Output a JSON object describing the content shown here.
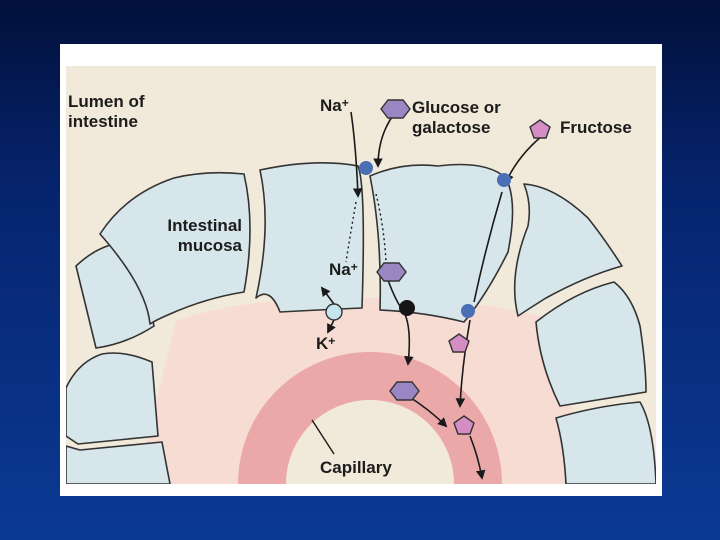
{
  "labels": {
    "lumen_line1": "Lumen of",
    "lumen_line2": "intestine",
    "na_top": "Na",
    "na_top_charge": "+",
    "glucose_line1": "Glucose or",
    "glucose_line2": "galactose",
    "fructose": "Fructose",
    "mucosa_line1": "Intestinal",
    "mucosa_line2": "mucosa",
    "na_mid": "Na",
    "na_mid_charge": "+",
    "k": "K",
    "k_charge": "+",
    "capillary": "Capillary"
  },
  "colors": {
    "slide_background": "#0b3a94",
    "lumen": "#f1e9d9",
    "cell_fill": "#d6e6ea",
    "interstitial": "#f7dcd4",
    "capillary_wall": "#eaa8a8",
    "glucose_symbol": "#9a86c2",
    "fructose_symbol": "#d48ec4",
    "transporter": "#4a6fb5",
    "pump": "#151515",
    "k_channel": "#c6e6ee"
  },
  "icons": {
    "glucose": "hexagon-icon",
    "fructose": "pentagon-icon",
    "transporter": "circle-icon"
  }
}
